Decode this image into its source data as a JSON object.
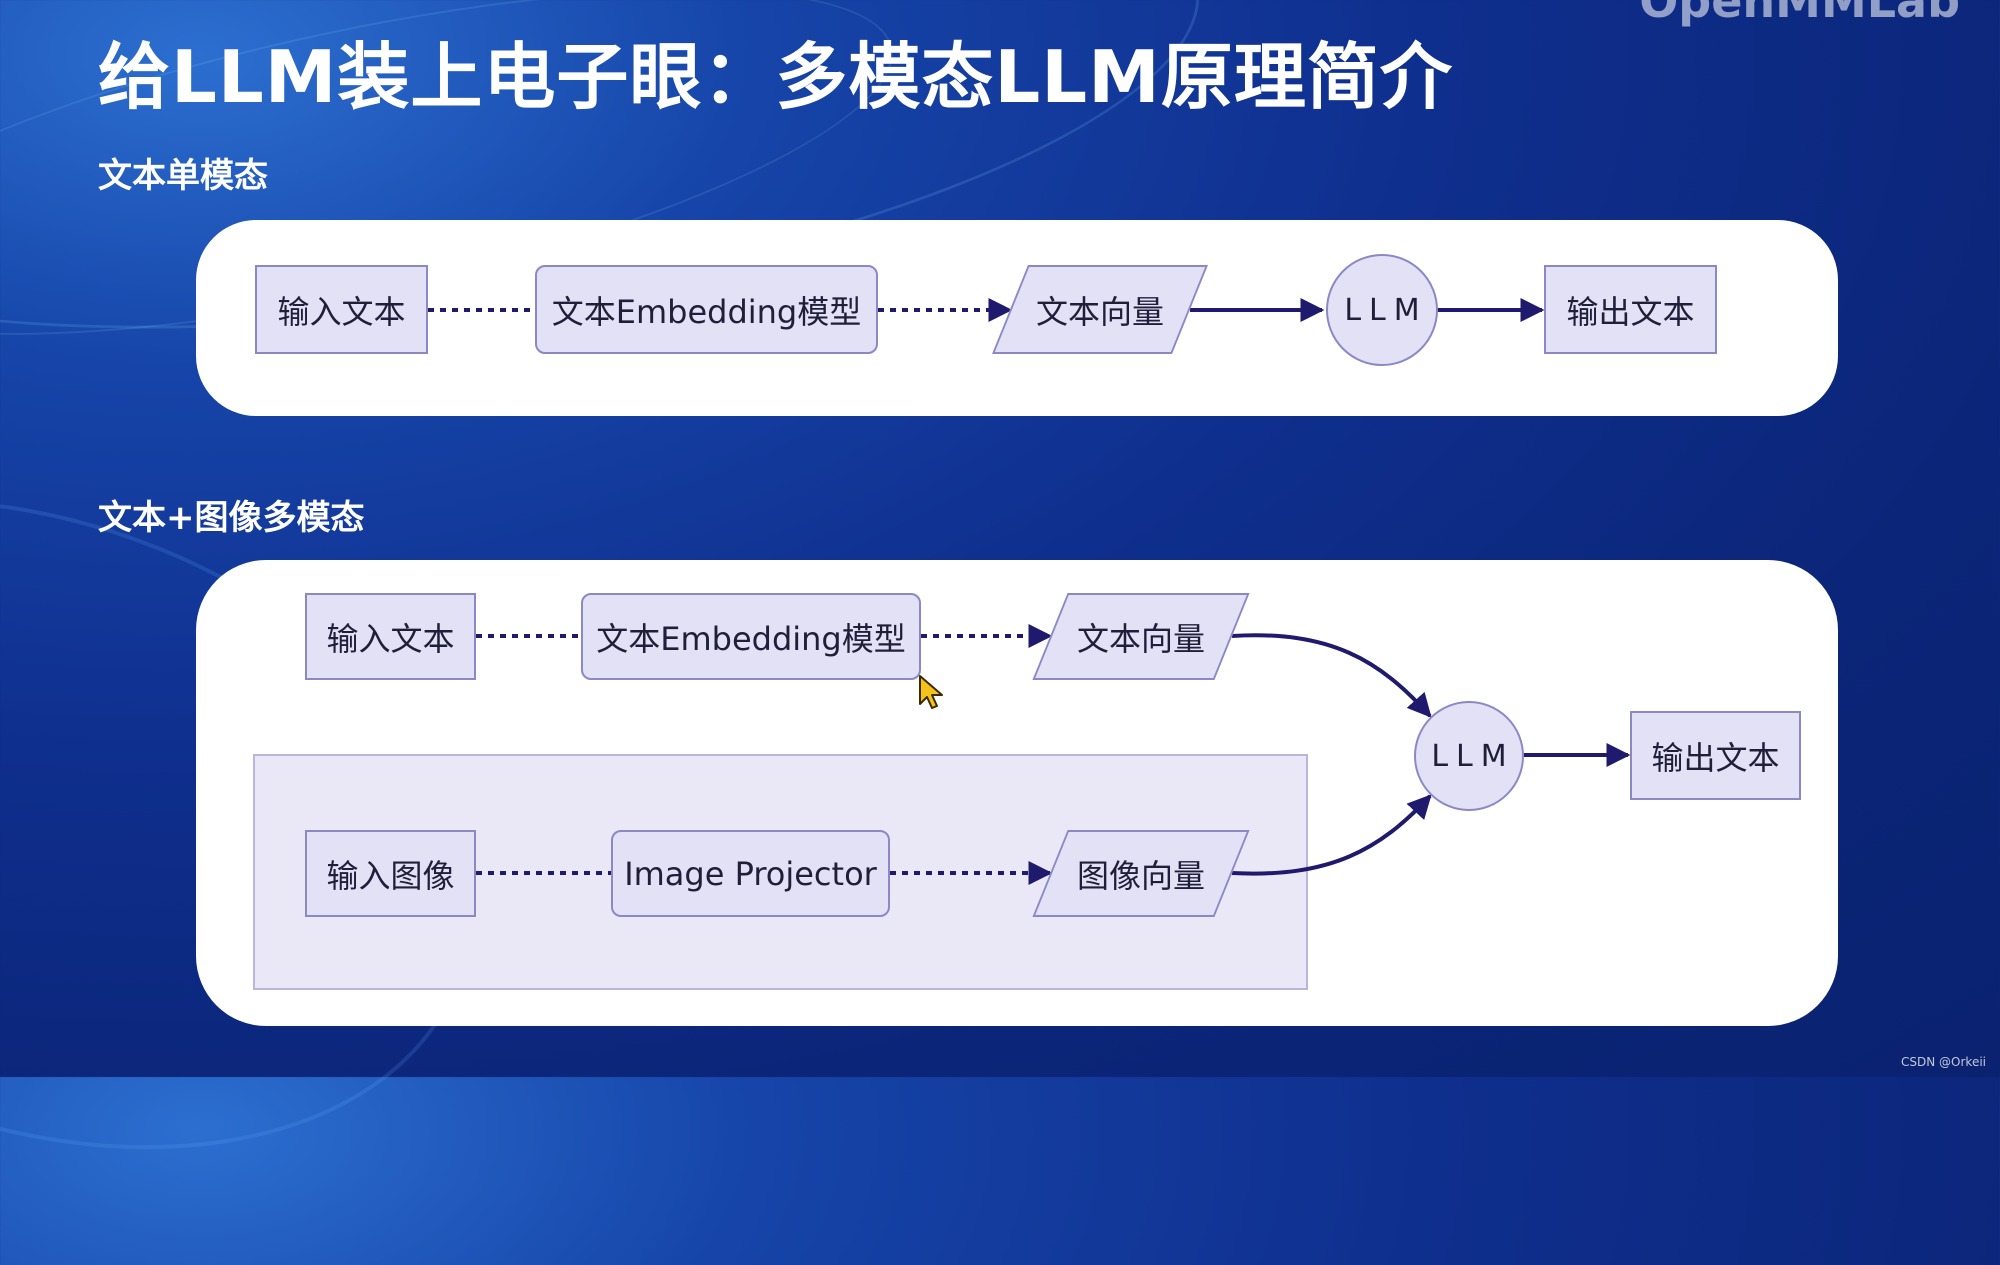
{
  "slide": {
    "title": "给LLM装上电子眼：多模态LLM原理简介",
    "brand": "OpenMMLab",
    "watermark": "CSDN @Orkeii"
  },
  "section_text_only": {
    "label": "文本单模态",
    "nodes": {
      "input_text": "输入文本",
      "embedding_model": "文本Embedding模型",
      "text_vector": "文本向量",
      "llm": "LLM",
      "output_text": "输出文本"
    }
  },
  "section_multimodal": {
    "label": "文本+图像多模态",
    "nodes": {
      "input_text": "输入文本",
      "embedding_model": "文本Embedding模型",
      "text_vector": "文本向量",
      "input_image": "输入图像",
      "image_projector": "Image Projector",
      "image_vector": "图像向量",
      "llm": "LLM",
      "output_text": "输出文本"
    }
  },
  "colors": {
    "node_fill": "#e3e1f6",
    "node_border": "#8c88c6",
    "edge": "#1f1a6e",
    "subgraph_fill": "#eae8f6"
  },
  "icons": [
    "mouse-cursor-icon"
  ]
}
